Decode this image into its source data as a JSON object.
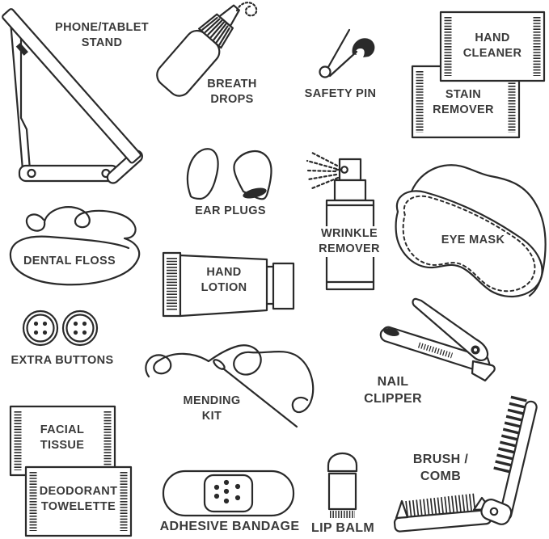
{
  "canvas": {
    "background_color": "#ffffff",
    "ink_color": "#2a2a2a",
    "text_color": "#3a3a3a",
    "description": "Black-and-white line-art diagram of labeled travel kit items"
  },
  "items": [
    {
      "id": "phone-tablet-stand",
      "label": "PHONE/TABLET\nSTAND"
    },
    {
      "id": "breath-drops",
      "label": "BREATH\nDROPS"
    },
    {
      "id": "safety-pin",
      "label": "SAFETY PIN"
    },
    {
      "id": "hand-cleaner",
      "label": "HAND\nCLEANER"
    },
    {
      "id": "stain-remover",
      "label": "STAIN\nREMOVER"
    },
    {
      "id": "ear-plugs",
      "label": "EAR PLUGS"
    },
    {
      "id": "wrinkle-remover",
      "label": "WRINKLE\nREMOVER"
    },
    {
      "id": "eye-mask",
      "label": "EYE MASK"
    },
    {
      "id": "dental-floss",
      "label": "DENTAL FLOSS"
    },
    {
      "id": "hand-lotion",
      "label": "HAND\nLOTION"
    },
    {
      "id": "extra-buttons",
      "label": "EXTRA BUTTONS"
    },
    {
      "id": "nail-clipper",
      "label": "NAIL\nCLIPPER"
    },
    {
      "id": "mending-kit",
      "label": "MENDING\nKIT"
    },
    {
      "id": "facial-tissue",
      "label": "FACIAL\nTISSUE"
    },
    {
      "id": "deodorant-towelette",
      "label": "DEODORANT\nTOWELETTE"
    },
    {
      "id": "adhesive-bandage",
      "label": "ADHESIVE BANDAGE"
    },
    {
      "id": "lip-balm",
      "label": "LIP BALM"
    },
    {
      "id": "brush-comb",
      "label": "BRUSH /\nCOMB"
    }
  ]
}
